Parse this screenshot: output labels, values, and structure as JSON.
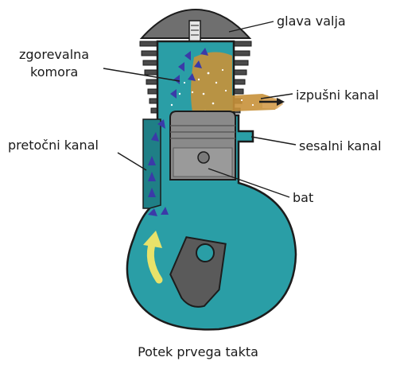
{
  "labels": {
    "cylinder_head": "glava valja",
    "combustion_chamber_line1": "zgorevalna",
    "combustion_chamber_line2": "komora",
    "exhaust_port": "izpušni kanal",
    "transfer_port": "pretočni kanal",
    "intake_port": "sesalni kanal",
    "piston": "bat"
  },
  "caption": "Potek prvega takta",
  "colors": {
    "body_teal": "#2a9ea6",
    "body_teal_dark": "#1f7f86",
    "outline": "#1c1c1c",
    "fins_grey": "#4a4a4a",
    "head_grey": "#6f6f6f",
    "piston_grey": "#8a8a8a",
    "rod_grey": "#5a5a5a",
    "exhaust_gas": "#c8913a",
    "flow_arrow": "#3b3aa8",
    "motion_arrow": "#e8e26a"
  }
}
